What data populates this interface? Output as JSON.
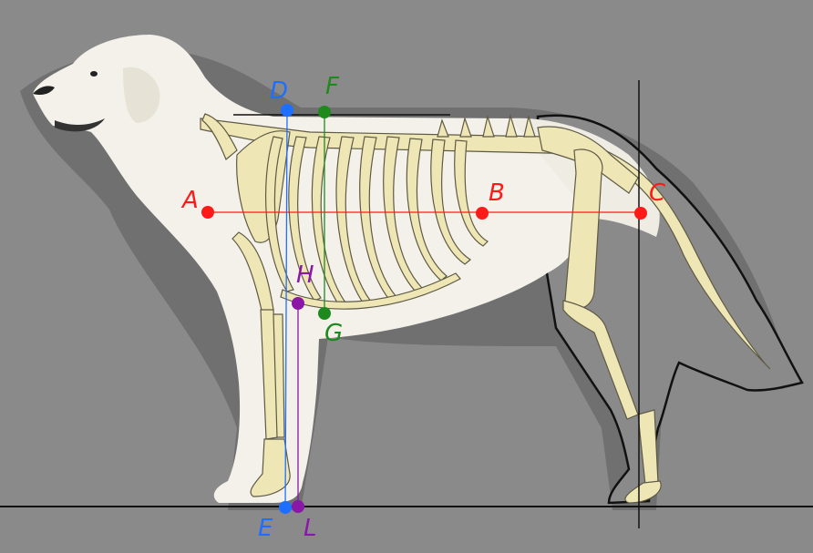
{
  "colors": {
    "background": "#8a8a8a",
    "shadow": "#6f6f6f",
    "fur": "#f3f1ea",
    "fur_shade": "#ddd9cd",
    "bone": "#efe6b6",
    "bone_outline": "#5e5a44",
    "red": "#ff1a1a",
    "blue": "#1e6fff",
    "green": "#1e8a1e",
    "purple": "#8a17a8",
    "black": "#111111"
  },
  "points": {
    "A": {
      "label": "A",
      "color": "red"
    },
    "B": {
      "label": "B",
      "color": "red"
    },
    "C": {
      "label": "C",
      "color": "red"
    },
    "D": {
      "label": "D",
      "color": "blue"
    },
    "E": {
      "label": "E",
      "color": "blue"
    },
    "F": {
      "label": "F",
      "color": "green"
    },
    "G": {
      "label": "G",
      "color": "green"
    },
    "H": {
      "label": "H",
      "color": "purple"
    },
    "L": {
      "label": "L",
      "color": "purple"
    }
  },
  "segments": [
    {
      "from": "A",
      "to": "C",
      "color": "red"
    },
    {
      "from": "D",
      "to": "E",
      "color": "blue"
    },
    {
      "from": "F",
      "to": "G",
      "color": "green"
    },
    {
      "from": "H",
      "to": "L",
      "color": "purple"
    }
  ],
  "icons": {
    "dog": "dog-silhouette-icon",
    "skeleton": "skeleton-overlay-icon"
  }
}
